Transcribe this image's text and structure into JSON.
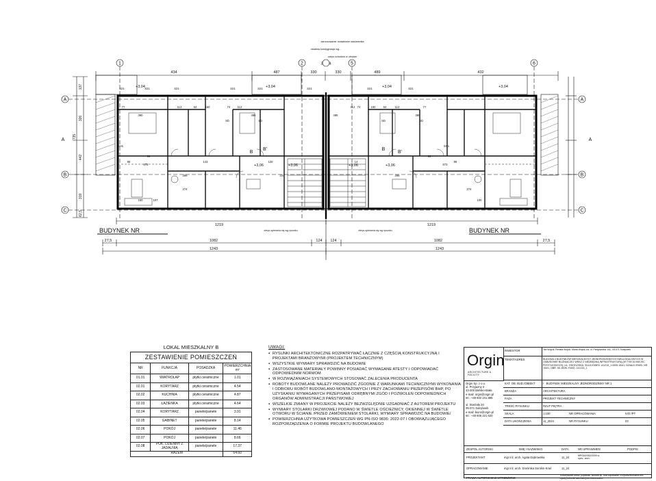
{
  "plan": {
    "axes_top": [
      "1",
      "2",
      "3",
      "4",
      "5",
      "6"
    ],
    "axes_side": [
      "A",
      "B",
      "C"
    ],
    "dims_top": [
      "434",
      "487",
      "330",
      "330",
      "489",
      "432"
    ],
    "dims_left": [
      "137",
      "326",
      "442",
      "735",
      "319",
      "62,5"
    ],
    "dims_bottom1": [
      "1219",
      "1219"
    ],
    "dims_bottom2": [
      "27,5",
      "1082",
      "124",
      "124",
      "1082",
      "27,5"
    ],
    "dims_bottom3": [
      "1243",
      "1243"
    ],
    "building_left": "BUDYNEK NR",
    "building_right": "BUDYNEK NR",
    "levels": [
      "+3,04",
      "+3,04",
      "+3,04",
      "+3,04",
      "+3,06",
      "+3,06",
      "+3,06",
      "+3,06"
    ],
    "section_marks": [
      "A",
      "A",
      "B",
      "B",
      "B'",
      "B'"
    ],
    "room_dims": [
      "77",
      "380",
      "113",
      "64",
      "150",
      "74",
      "112",
      "495",
      "112",
      "74",
      "150",
      "64",
      "113",
      "380",
      "77",
      "673",
      "673",
      "95",
      "90",
      "266",
      "224",
      "266",
      "90",
      "95",
      "150",
      "107",
      "274",
      "274",
      "100",
      "495",
      "143",
      "120",
      "14"
    ],
    "windows": [
      "S21",
      "S21",
      "S21",
      "S21",
      "S21",
      "S21",
      "S21",
      "S21",
      "SH1",
      "SH1",
      "SD",
      "SD",
      "SD",
      "SD"
    ],
    "notes_top": [
      "zamocowanie dodatkowe nawiewnika",
      "ostatnia kondygnacja wg...",
      "zarys schodów w obrysie"
    ],
    "notes_bottom": [
      "obrys opierania się wg rysunku",
      "obrys opierania się wg rysunku"
    ]
  },
  "schedule": {
    "lokal": "LOKAL MIESZKALNY B",
    "title": "ZESTAWIENIE POMIESZCZEŃ",
    "headers": [
      "NR",
      "FUNKCJA",
      "POSADZKA",
      "POWIERZCHNIA m²"
    ],
    "rows": [
      [
        "01.01",
        "WIATROŁAP",
        "płytki ceramiczne",
        "1.01"
      ],
      [
        "02.01",
        "KORYTARZ",
        "płytki ceramiczne",
        "4.54"
      ],
      [
        "02.02",
        "KUCHNIA",
        "płytki ceramiczne",
        "4.87"
      ],
      [
        "02.03",
        "ŁAZIENKA",
        "płytki ceramiczne",
        "4.64"
      ],
      [
        "02.04",
        "KORYTARZ",
        "panele/panele",
        "3.91"
      ],
      [
        "02.05",
        "GABINET",
        "panele/panele",
        "8.14"
      ],
      [
        "02.06",
        "POKÓJ",
        "panele/panele",
        "11.46"
      ],
      [
        "02.07",
        "POKÓJ",
        "panele/panele",
        "8.66"
      ],
      [
        "02.08",
        "POK. DZIENNY Z JADALNIĄ",
        "panele/panele",
        "17.37"
      ]
    ],
    "total_label": "RAZEM",
    "total_value": "64.60"
  },
  "notes": {
    "title": "UWAGI:",
    "items": [
      "RYSUNKI ARCHITEKTONICZNE ROZPATRYWAĆ ŁĄCZNIE Z CZĘŚCIĄ KONSTRUKCYJNĄ I PROJEKTAMI BRANŻOWYMI (PROJEKTEM TECHNICZNYM)",
      "WSZYSTKIE WYMIARY SPRAWDZIĆ NA BUDOWIE",
      "ZASTOSOWANE MATERIAŁY POWINNY POSIADAĆ WYMAGANE ATESTY I ODPOWIADAĆ ODPOWIEDNIM NORMOM",
      "W ROZWIĄZANIACH SYSTEMOWYCH STOSOWAĆ ZALECENIA PRODUCENTA",
      "ROBOTY BUDOWLANE NALEŻY PROWADZIĆ ZGODNIE Z WARUNKAMI TECHNICZNYMI WYKONANIA I ODBIORU ROBÓT BUDOWLANO-MONTAŻOWYCH I PRZY ZACHOWANIU PRZEPISÓW BHP, PO UZYSKANIU WYMAGANYCH PRZEPISAMI ODRĘBNYMI ZGÓD I POZWOLEŃ ODPOWIEDNICH ORGANÓW ADMINISTRACJI PAŃSTWOWEJ",
      "WSZELKIE ZMIANY W PROJEKCIE NALEŻY BEZWZGLĘDNIE UZGADNIAĆ Z AUTOREM PROJEKTU",
      "WYMIARY STOLARKI DRZWIOWEJ PODANO W ŚWIETLE OŚCIEŻNICY, OKIENNEJ W ŚWIETLE OTWORU W ŚCIANIE /PRZED ZAMÓWIENIEM STOLARKI, WYMIARY SPRAWDZIĆ NA BUDOWIE/",
      "POWIERZCHNIA UŻYTKOWA POMIESZCZEŃ WG PN-ISO 9836: 2022-07 I OBOWIĄZUJĄCEGO ROZPORZĄDZENIA O FORMIE PROJEKTU BUDOWLANEGO"
    ]
  },
  "titleblock": {
    "logo": "Orgin",
    "logo_sub": "ARCHITECTURE & FACILITY",
    "address": [
      "Orgin Sp. z o.o.",
      "ul. Przyjazny 2",
      "43-300 Bielsko-Biała",
      "e-mail: orgin@orgin.pl",
      "tel.: +48 602 241 885",
      "",
      "ul. Starzała 34",
      "05-071 Sulejówek",
      "e-mail: biuro@orgin.pl",
      "tel.: +48 606 221 620"
    ],
    "inwestor_label": "INWESTOR",
    "inwestor_value": "Jan Wójcik, Renata Wójcik, Marta Wójcik-Lis; ul. Partyzantów 14C, 05-071 Sulejówek",
    "temat_label": "TEMAT/ADRES",
    "temat_value": "BUDOWA 4 BUDYNKÓW MIESZKALNYCH JEDNORODZINNYCH DWULOKALOWYCH W ZABUDOWIE BLIŹNIACZEJ WRAZ Z NIEZBĘDNĄ INFRASTRUKTURĄ (W TYM 16 MIEJSC POSTOJOWYCH); UL. GRODZISKA, SULEJÓWEK 141215_1.0005.154/1; DZIAŁKI EWID. NR 154/1, OBR. 55 JEDN. EWID. 141215_1",
    "kat_label": "KAT. OB. BUD./OBIEKT",
    "kat_value": "I",
    "obiekt_value": "BUDYNEK MIESZKALNY JEDNORODZINNY NR 1",
    "branza_label": "BRANŻA",
    "branza_value": "ARCHITEKTURA",
    "faza_label": "FAZA",
    "faza_value": "PROJEKT TECHNICZNY",
    "tresc_label": "TREŚĆ RYSUNKU",
    "tresc_value": "RZUT PIĘTRA",
    "skala_label": "SKALA",
    "skala_value": "1:100",
    "nrop_label": "NR OPRACOWANIA",
    "nrop_value": "IV/0 /PT",
    "data_label": "DATA UKOŃCZENIA",
    "data_value": "11_2024",
    "nrrys_label": "NR RYSUNKU",
    "nrrys_value": "03",
    "bh": [
      "ZESPÓŁ AUTORSKI",
      "IMIĘ I NAZWISKO",
      "DATA",
      "NR UPRAWNIEŃ",
      "PODPIS"
    ],
    "r1": [
      "PROJEKTANT",
      "mgr inż. arch. Agata Dąbrowska",
      "11_24",
      "MPOIA/052/2009 w spec. arch."
    ],
    "r2": [
      "OPRACOWANIE",
      "mgr inż. arch. Dominika Sorokin-Kraś",
      "11_24"
    ],
    "prawa": "PRAWA AUTORSKIE ZASTRZEŻONE",
    "prawa_note": "Dokonywanie zmian, poprawek, skrótów itp. oraz kopiowanie i rozpowszechnianie bez zgody jednostki autorskiej jest niedozwolone"
  }
}
